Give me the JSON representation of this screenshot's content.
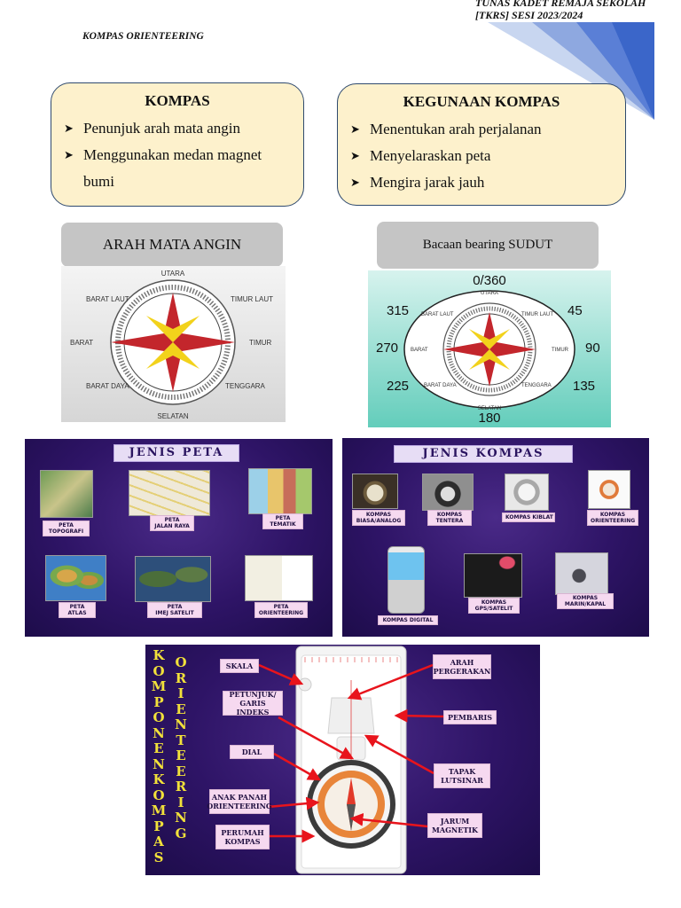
{
  "header": {
    "school_line1": "TUNAS KADET REMAJA SEKOLAH",
    "school_line2": "[TKRS] SESI 2023/2024",
    "section_title": "KOMPAS ORIENTEERING"
  },
  "box_kompas": {
    "title": "KOMPAS",
    "items": [
      "Penunjuk arah mata angin",
      "Menggunakan medan magnet",
      "bumi"
    ]
  },
  "box_kegunaan": {
    "title": "KEGUNAAN KOMPAS",
    "items": [
      "Menentukan arah perjalanan",
      "Menyelaraskan peta",
      "Mengira jarak jauh"
    ]
  },
  "arah_mata_angin": {
    "tab_label": "ARAH MATA ANGIN",
    "directions": {
      "north": "UTARA",
      "northeast": "TIMUR LAUT",
      "east": "TIMUR",
      "southeast": "TENGGARA",
      "south": "SELATAN",
      "southwest": "BARAT DAYA",
      "west": "BARAT",
      "northwest": "BARAT LAUT"
    }
  },
  "bearing": {
    "tab_label": "Bacaan bearing SUDUT",
    "n": "0/360",
    "ne": "45",
    "e": "90",
    "se": "135",
    "s": "180",
    "sw": "225",
    "w": "270",
    "nw": "315",
    "directions": {
      "north": "UTARA",
      "northeast": "TIMUR LAUT",
      "east": "TIMUR",
      "southeast": "TENGGARA",
      "south": "SELATAN",
      "southwest": "BARAT DAYA",
      "west": "BARAT",
      "northwest": "BARAT LAUT"
    }
  },
  "jenis_peta": {
    "title": "JENIS PETA",
    "items": [
      {
        "line1": "PETA",
        "line2": "TOPOGRAFI"
      },
      {
        "line1": "PETA",
        "line2": "JALAN RAYA"
      },
      {
        "line1": "PETA",
        "line2": "TEMATIK"
      },
      {
        "line1": "PETA",
        "line2": "ATLAS"
      },
      {
        "line1": "PETA",
        "line2": "IMEJ SATELIT"
      },
      {
        "line1": "PETA",
        "line2": "ORIENTEERING"
      }
    ]
  },
  "jenis_kompas": {
    "title": "JENIS KOMPAS",
    "items": [
      {
        "line1": "KOMPAS",
        "line2": "BIASA/ANALOG"
      },
      {
        "line1": "KOMPAS",
        "line2": "TENTERA"
      },
      {
        "line1": "KOMPAS KIBLAT",
        "line2": ""
      },
      {
        "line1": "KOMPAS",
        "line2": "ORIENTEERING"
      },
      {
        "line1": "KOMPAS DIGITAL",
        "line2": ""
      },
      {
        "line1": "KOMPAS",
        "line2": "GPS/SATELIT"
      },
      {
        "line1": "KOMPAS",
        "line2": "MARIN/KAPAL"
      }
    ]
  },
  "komponen": {
    "vertical_left": "KOMPONEN KOMPAS",
    "vertical_right": "ORIENTEERING",
    "labels": {
      "skala": "SKALA",
      "petunjuk": "PETUNJUK/ GARIS INDEKS",
      "dial": "DIAL",
      "anak_panah": "ANAK PANAH ORIENTEERING",
      "perumah": "PERUMAH KOMPAS",
      "arah": "ARAH PERGERAKAN",
      "pembaris": "PEMBARIS",
      "tapak": "TAPAK LUTSINAR",
      "jarum": "JARUM MAGNETIK"
    }
  },
  "colors": {
    "box_fill": "#fdf1cc",
    "box_border": "#2f4a6e",
    "panel_purple": "#2e1466",
    "label_pink": "#f6d9f0",
    "vertical_text": "#f2e13a",
    "arrow_red": "#e8141c",
    "corner_blue": "#3b66c9"
  }
}
